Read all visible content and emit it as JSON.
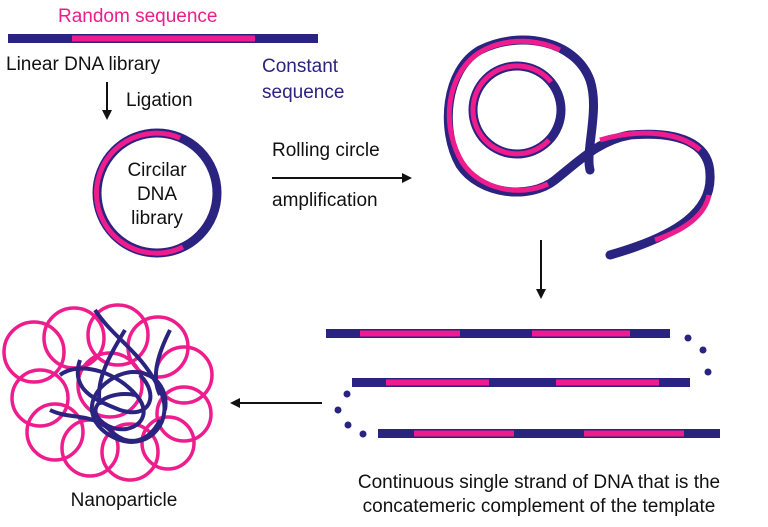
{
  "labels": {
    "random_sequence": "Random sequence",
    "linear_library": "Linear DNA library",
    "constant_line1": "Constant",
    "constant_line2": "sequence",
    "ligation": "Ligation",
    "circular_line1": "Circilar",
    "circular_line2": "DNA",
    "circular_line3": "library",
    "rca_line1": "Rolling circle",
    "rca_line2": "amplification",
    "strand_line1": "Continuous single strand of DNA that is the",
    "strand_line2": "concatemeric complement of the template",
    "nanoparticle": "Nanoparticle"
  },
  "colors": {
    "random_sequence": "#ee1c8c",
    "constant_sequence": "#2b2380",
    "arrow": "#111111"
  }
}
